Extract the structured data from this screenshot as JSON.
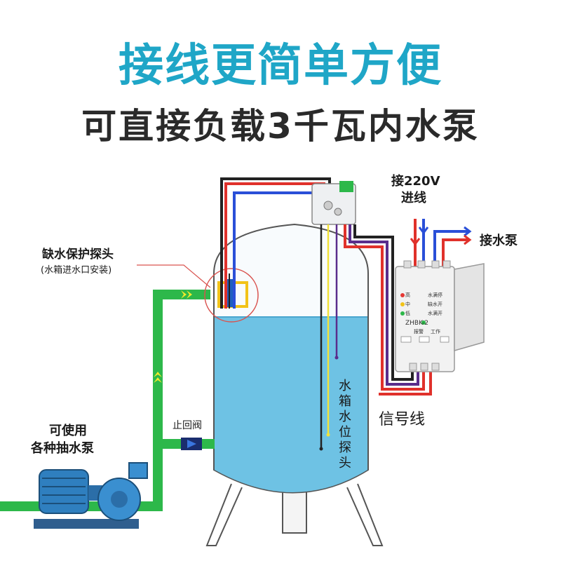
{
  "headline": {
    "line1": "接线更简单方便",
    "line2": "可直接负载3千瓦内水泵"
  },
  "labels": {
    "probe_title": "缺水保护探头",
    "probe_sub": "(水箱进水口安装)",
    "check_valve": "止回阀",
    "pump_line1": "可使用",
    "pump_line2": "各种抽水泵",
    "power_line1": "接220V",
    "power_line2": "进线",
    "to_pump": "接水泵",
    "signal_wire": "信号线",
    "level_probe": "水箱水位探头"
  },
  "device": {
    "model": "ZHBK-2",
    "ind_high": "高",
    "ind_mid": "中",
    "ind_low": "低",
    "mode_1": "水满停",
    "mode_2": "缺水开",
    "mode_3": "水满开",
    "alarm": "报警",
    "work": "工作"
  },
  "colors": {
    "headline_accent": "#1fa6c7",
    "pipe": "#2db84a",
    "water": "#6ec2e4",
    "wire_red": "#e0312b",
    "wire_blue": "#2a4fd8",
    "wire_yellow": "#f2e23a",
    "wire_purple": "#5a2d8c",
    "callout": "#d9534f"
  }
}
